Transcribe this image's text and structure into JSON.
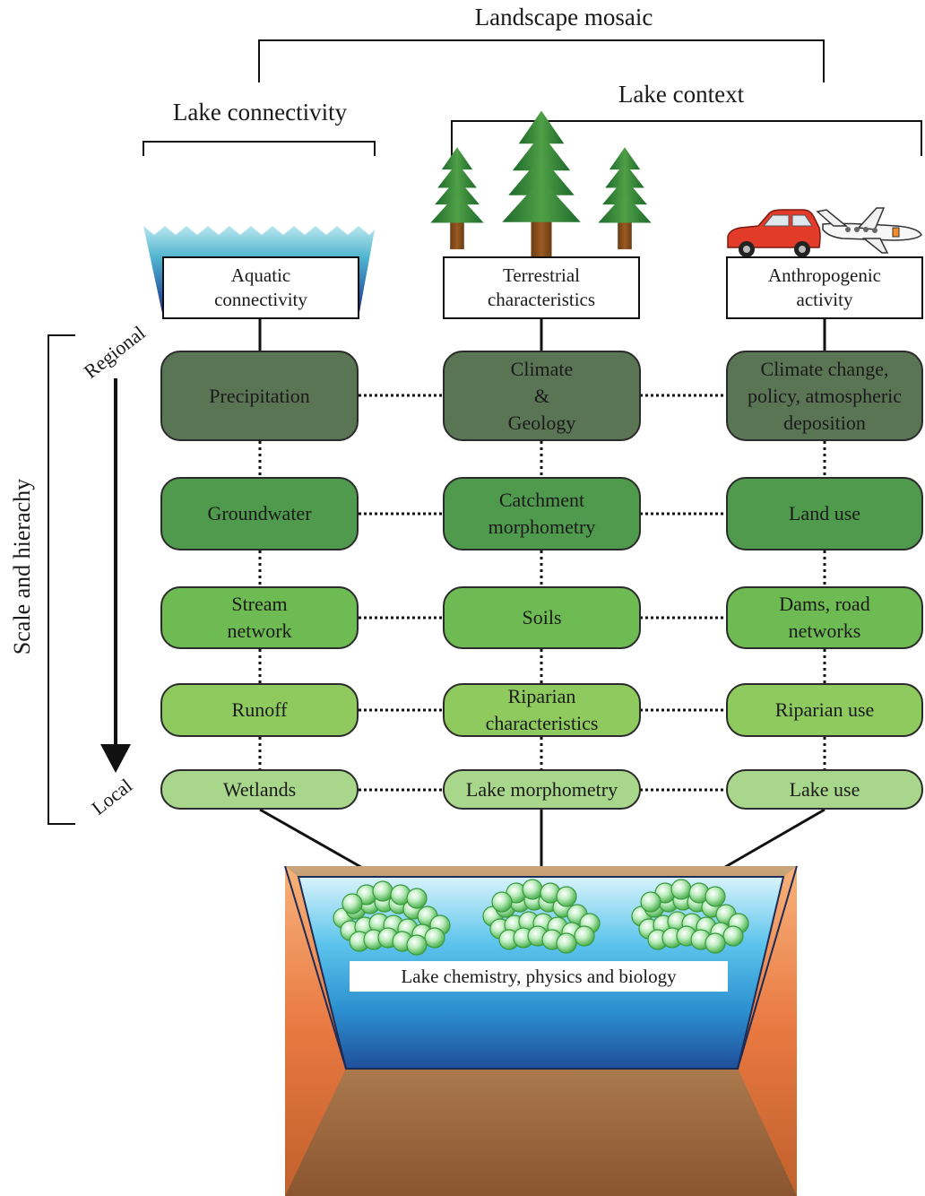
{
  "top": {
    "landscape_mosaic": "Landscape mosaic",
    "lake_connectivity": "Lake connectivity",
    "lake_context": "Lake context"
  },
  "columns": [
    {
      "header": "Aquatic\nconnectivity",
      "levels": [
        "Precipitation",
        "Groundwater",
        "Stream\nnetwork",
        "Runoff",
        "Wetlands"
      ]
    },
    {
      "header": "Terrestrial\ncharacteristics",
      "levels": [
        "Climate\n&\nGeology",
        "Catchment\nmorphometry",
        "Soils",
        "Riparian\ncharacteristics",
        "Lake morphometry"
      ]
    },
    {
      "header": "Anthropogenic\nactivity",
      "levels": [
        "Climate change,\npolicy, atmospheric\ndeposition",
        "Land use",
        "Dams, road\nnetworks",
        "Riparian use",
        "Lake use"
      ]
    }
  ],
  "scale": {
    "axis_label": "Scale and hierachy",
    "top_label": "Regional",
    "bottom_label": "Local"
  },
  "lake": {
    "label": "Lake chemistry, physics and biology"
  },
  "icons": [
    "water-surface-icon",
    "tree-icon",
    "car-icon",
    "airplane-icon",
    "algae-cluster-icon"
  ],
  "colors": {
    "level_regional": "#5a7554",
    "level_2": "#4f9a4c",
    "level_3": "#6dbb52",
    "level_4": "#8fca5e",
    "level_local": "#a8d68a",
    "lake_water": "#3fb3e0",
    "sediment": "#a4754c"
  }
}
